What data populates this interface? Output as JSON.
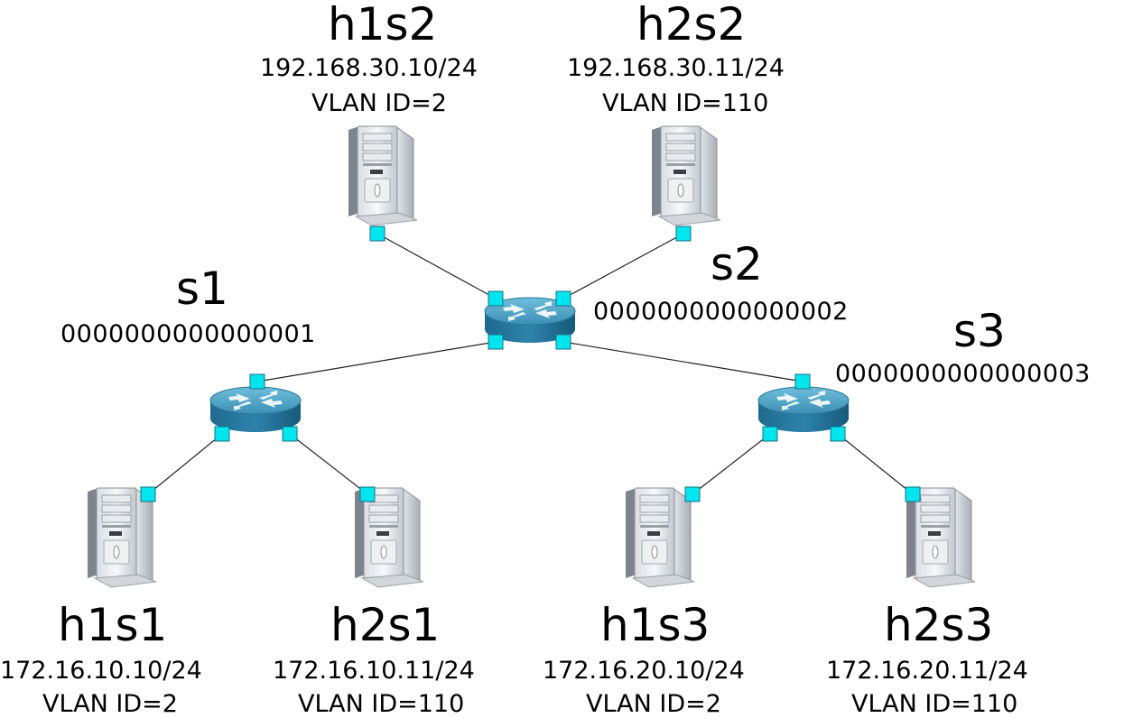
{
  "colors": {
    "port": "#00e5ee",
    "port_stroke": "#1a6f86",
    "link": "#222222",
    "switch_top": "#4fa6c8",
    "switch_side": "#1d6b8f"
  },
  "icons": {
    "host": "server-tower-icon",
    "switch": "router-switch-icon",
    "port": "port-square-icon"
  },
  "switches": {
    "s1": {
      "name": "s1",
      "dpid": "0000000000000001"
    },
    "s2": {
      "name": "s2",
      "dpid": "0000000000000002"
    },
    "s3": {
      "name": "s3",
      "dpid": "0000000000000003"
    }
  },
  "hosts": {
    "h1s2": {
      "name": "h1s2",
      "ip": "192.168.30.10/24",
      "vlan": "VLAN ID=2"
    },
    "h2s2": {
      "name": "h2s2",
      "ip": "192.168.30.11/24",
      "vlan": "VLAN ID=110"
    },
    "h1s1": {
      "name": "h1s1",
      "ip": "172.16.10.10/24",
      "vlan": "VLAN ID=2"
    },
    "h2s1": {
      "name": "h2s1",
      "ip": "172.16.10.11/24",
      "vlan": "VLAN ID=110"
    },
    "h1s3": {
      "name": "h1s3",
      "ip": "172.16.20.10/24",
      "vlan": "VLAN ID=2"
    },
    "h2s3": {
      "name": "h2s3",
      "ip": "172.16.20.11/24",
      "vlan": "VLAN ID=110"
    }
  }
}
